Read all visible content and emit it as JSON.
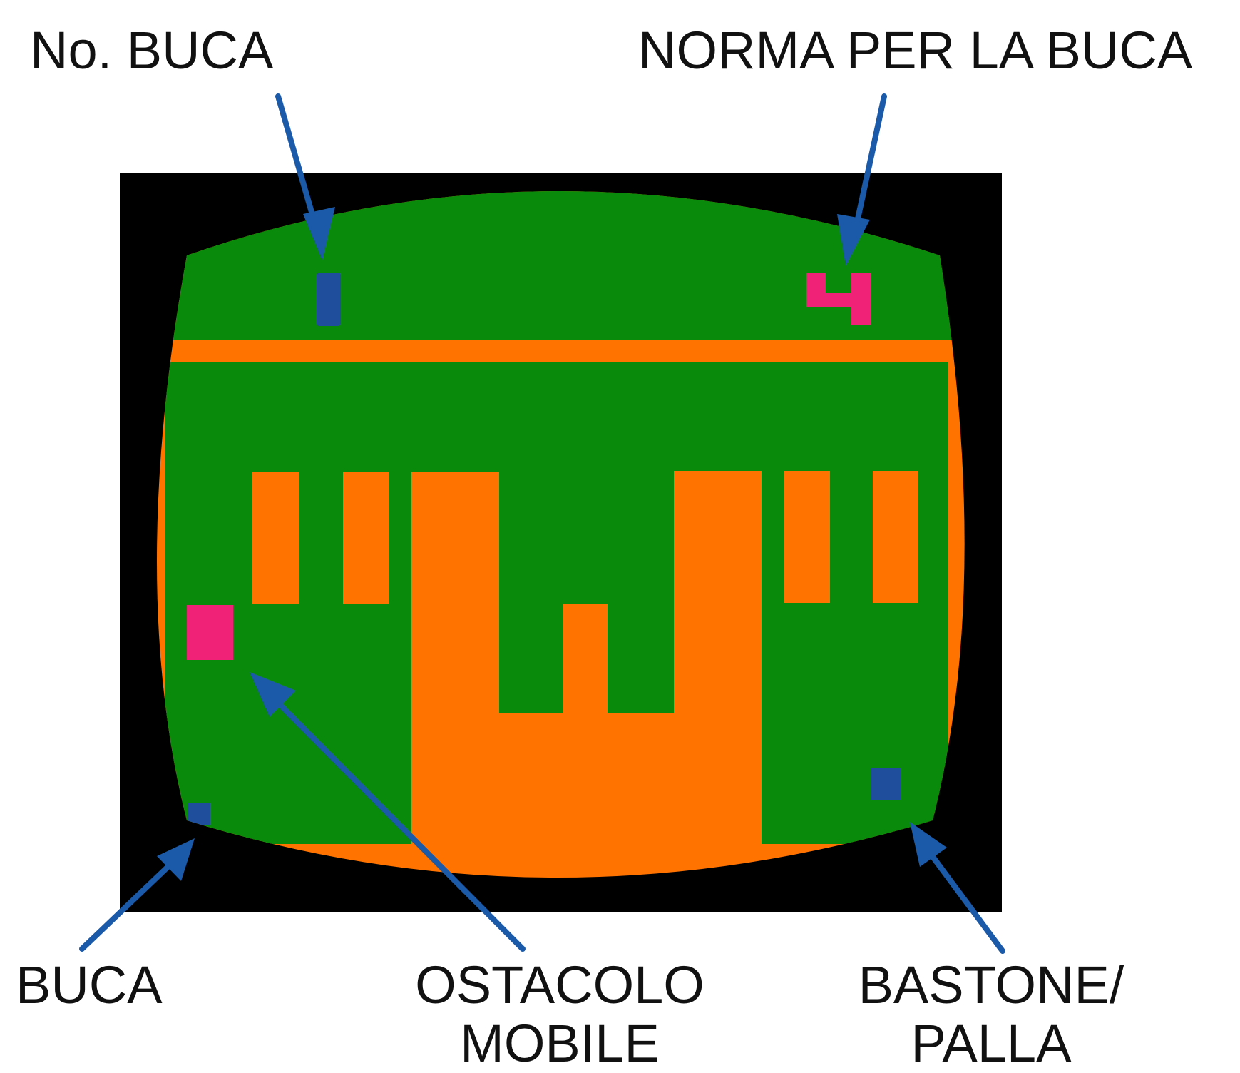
{
  "callouts": {
    "hole_number": "No. BUCA",
    "par": "NORMA PER LA BUCA",
    "hole": "BUCA",
    "moving_obstacle_line1": "OSTACOLO",
    "moving_obstacle_line2": "MOBILE",
    "club_ball_line1": "BASTONE/",
    "club_ball_line2": "PALLA"
  },
  "game_screen": {
    "hole_number_value": 1,
    "par_value": 4
  },
  "colors": {
    "bezel": "#000000",
    "green": "#0a8a0a",
    "orange": "#ff7400",
    "pink": "#f02277",
    "blue": "#1f4f9c",
    "arrow": "#1b5aa8",
    "text": "#111111"
  }
}
